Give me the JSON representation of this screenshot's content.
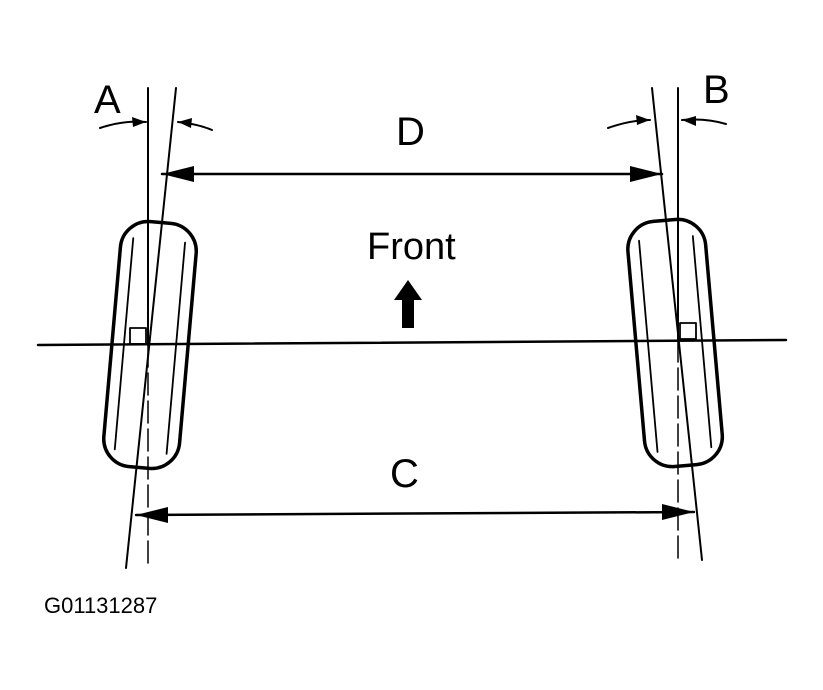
{
  "labels": {
    "a": "A",
    "b": "B",
    "c": "C",
    "d": "D",
    "front": "Front",
    "code": "G01131287"
  },
  "colors": {
    "line": "#000000",
    "background": "#ffffff"
  }
}
